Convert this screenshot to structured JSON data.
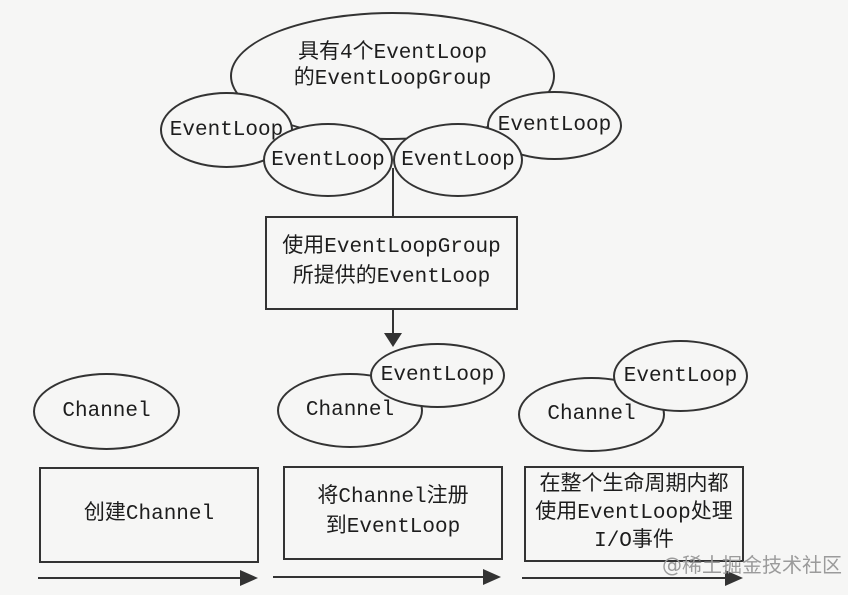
{
  "colors": {
    "background": "#f6f6f5",
    "ink": "#333333",
    "text": "#1d1d1d",
    "watermark": "#9b9b9b"
  },
  "top_cluster": {
    "group_ellipse": {
      "label_line1": "具有4个EventLoop",
      "label_line2": "的EventLoopGroup"
    },
    "event_loops": [
      {
        "label": "EventLoop"
      },
      {
        "label": "EventLoop"
      },
      {
        "label": "EventLoop"
      },
      {
        "label": "EventLoop"
      }
    ]
  },
  "selection_box": {
    "line1": "使用EventLoopGroup",
    "line2": "所提供的EventLoop"
  },
  "steps": [
    {
      "channel_label": "Channel",
      "box_lines": {
        "l1": "创建Channel"
      }
    },
    {
      "channel_label": "Channel",
      "eventloop_label": "EventLoop",
      "box_lines": {
        "l1": "将Channel注册",
        "l2": "到EventLoop"
      }
    },
    {
      "channel_label": "Channel",
      "eventloop_label": "EventLoop",
      "box_lines": {
        "l1": "在整个生命周期内都",
        "l2": "使用EventLoop处理",
        "l3": "I/O事件"
      }
    }
  ],
  "watermark": {
    "text": "@稀土掘金技术社区"
  }
}
